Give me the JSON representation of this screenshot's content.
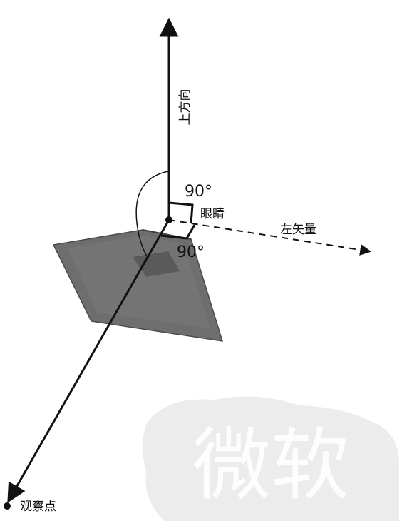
{
  "labels": {
    "up_vector": "上方向",
    "eye": "眼睛",
    "left_vector": "左矢量",
    "look_at_point": "观察点",
    "angle_upper": "90°",
    "angle_lower": "90°"
  },
  "colors": {
    "ink": "#111111",
    "monitor_face": "#6e6e6e",
    "monitor_edge": "#4a4a4a",
    "watermark_stone": "#ececec",
    "watermark_glyph": "#ffffff"
  },
  "watermark": {
    "text": "微软"
  }
}
